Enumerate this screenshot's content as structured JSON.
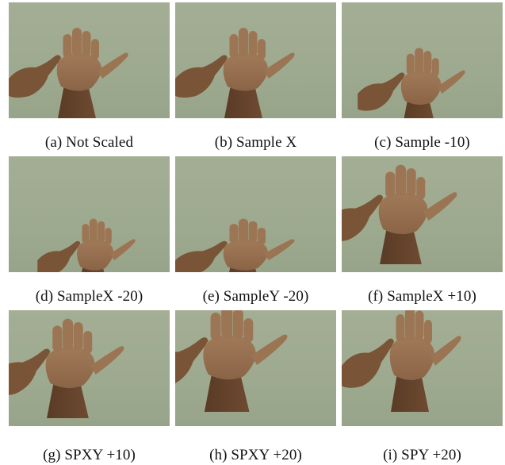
{
  "figure": {
    "panels": [
      {
        "label": "(a) Not Scaled",
        "image": "hand-photo-not-scaled",
        "variant": "normal"
      },
      {
        "label": "(b) Sample X",
        "image": "hand-photo-sample-x",
        "variant": "normal"
      },
      {
        "label": "(c) Sample -10)",
        "image": "hand-photo-sample-minus-10",
        "variant": "small"
      },
      {
        "label": "(d) SampleX -20)",
        "image": "hand-photo-samplex-minus-20",
        "variant": "smaller"
      },
      {
        "label": "(e) SampleY -20)",
        "image": "hand-photo-sampley-minus-20",
        "variant": "short"
      },
      {
        "label": "(f) SampleX +10)",
        "image": "hand-photo-samplex-plus-10",
        "variant": "large"
      },
      {
        "label": "(g) SPXY +10)",
        "image": "hand-photo-spxy-plus-10",
        "variant": "large"
      },
      {
        "label": "(h) SPXY +20)",
        "image": "hand-photo-spxy-plus-20",
        "variant": "larger"
      },
      {
        "label": "(i) SPY +20)",
        "image": "hand-photo-spy-plus-20",
        "variant": "tall"
      }
    ]
  }
}
